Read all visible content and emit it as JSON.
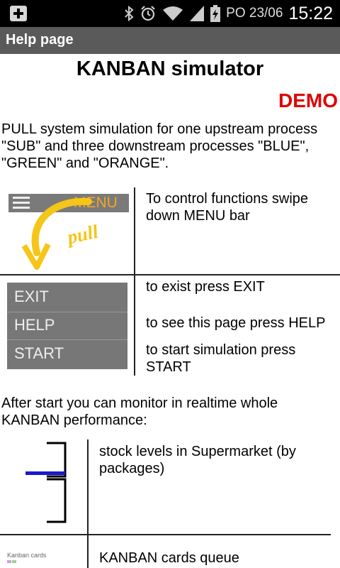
{
  "status_bar": {
    "date": "PO 23/06",
    "time": "15:22",
    "icons": [
      "add-notification-icon",
      "bluetooth-icon",
      "alarm-icon",
      "wifi-icon",
      "signal-icon",
      "battery-charging-icon"
    ]
  },
  "action_bar": {
    "title": "Help page"
  },
  "page": {
    "heading": "KANBAN simulator",
    "demo": "DEMO",
    "intro_line1": "PULL system simulation for one upstream process",
    "intro_line2": "\"SUB\" and three downstream processes \"BLUE\",",
    "intro_line3": "\"GREEN\" and \"ORANGE\".",
    "menu_image": {
      "label": "MENU",
      "pull": "pull"
    },
    "menu_desc_line1": "To control functions  swipe",
    "menu_desc_line2": "down MENU bar",
    "buttons_image": {
      "exit": "EXIT",
      "help": "HELP",
      "start": "START"
    },
    "exit_desc": "to exist press EXIT",
    "help_desc": "to see this page press HELP",
    "start_desc_line1": "to start simulation press",
    "start_desc_line2": "START",
    "monitor_line1": " After start you can monitor in realtime whole",
    "monitor_line2": "KANBAN performance:",
    "stock_desc_line1": "stock levels in Supermarket (by",
    "stock_desc_line2": "packages)",
    "kanban_mini_label": "Kanban cards",
    "kanban_desc": "KANBAN cards queue"
  },
  "colors": {
    "demo": "#e00000",
    "stock_bar": "#1a1acc",
    "menu_arrow": "#f5c518"
  }
}
